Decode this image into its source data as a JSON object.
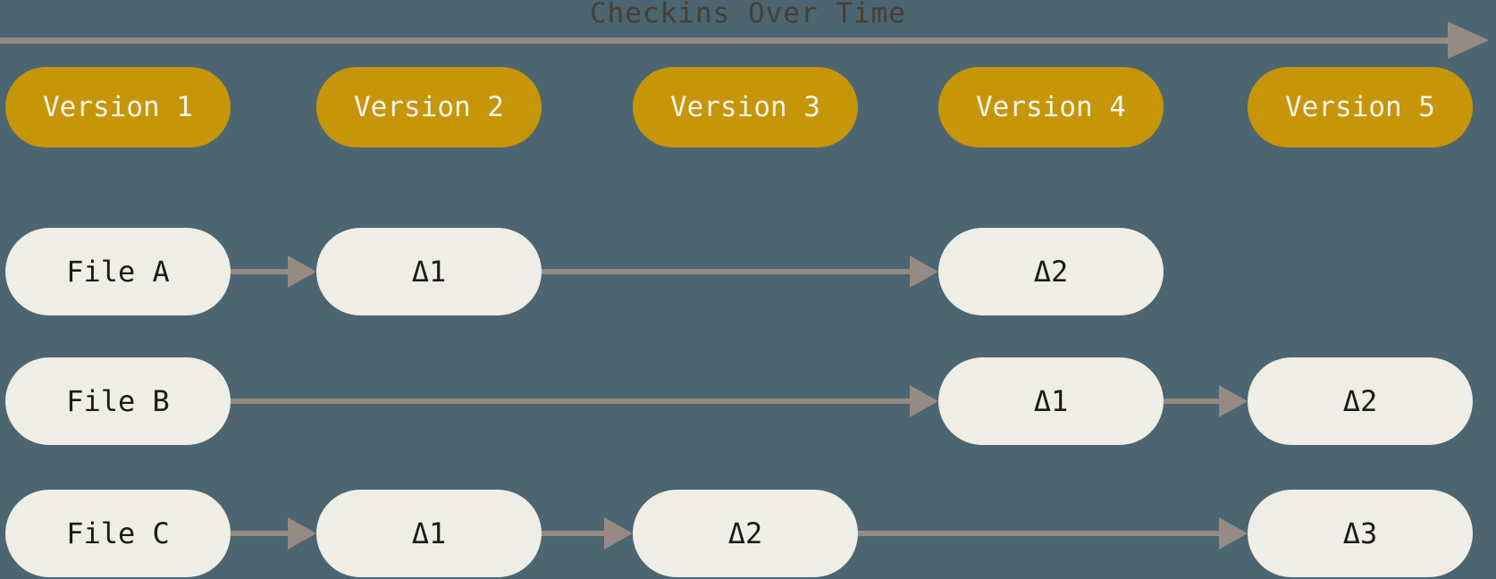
{
  "title": "Checkins Over Time",
  "versions": [
    "Version 1",
    "Version 2",
    "Version 3",
    "Version 4",
    "Version 5"
  ],
  "files": [
    {
      "name": "File A",
      "deltas": [
        "Δ1",
        "Δ2"
      ]
    },
    {
      "name": "File B",
      "deltas": [
        "Δ1",
        "Δ2"
      ]
    },
    {
      "name": "File C",
      "deltas": [
        "Δ1",
        "Δ2",
        "Δ3"
      ]
    }
  ],
  "colors": {
    "background": "#4c6570",
    "version_pill": "#c79508",
    "version_text": "#f5f3ec",
    "file_pill": "#eeede6",
    "file_text": "#1c1b19",
    "arrow": "#958b84",
    "title_text": "#453f38"
  }
}
